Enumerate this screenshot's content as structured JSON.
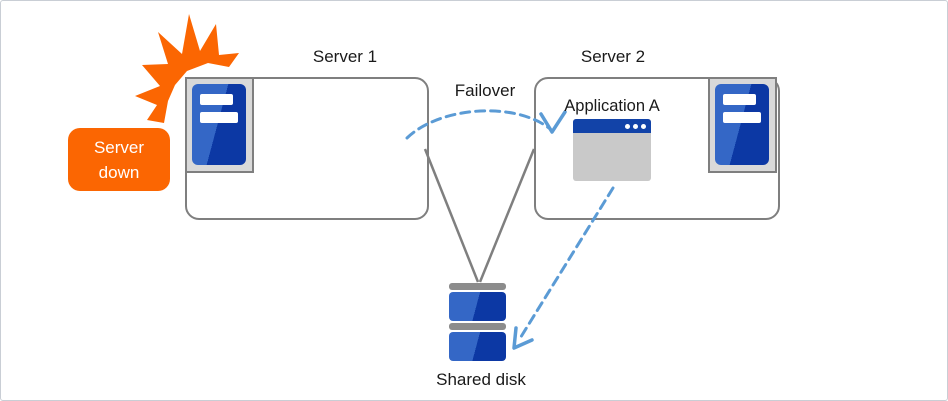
{
  "diagram": {
    "server1_label": "Server 1",
    "server2_label": "Server 2",
    "failover_label": "Failover",
    "application_label": "Application A",
    "shared_disk_label": "Shared disk",
    "server_down": {
      "line1": "Server",
      "line2": "down"
    }
  },
  "icons": {
    "crash_starburst": "crash-starburst-icon",
    "server_tower": "server-tower-icon",
    "application_window": "application-window-icon",
    "shared_disk_stack": "disk-stack-icon",
    "failover_arrow": "failover-dashed-arc-arrow",
    "data_access_arrow": "app-to-disk-dashed-arrow"
  },
  "colors": {
    "accent_orange": "#FB6602",
    "server_blue_light": "#3467C6",
    "server_blue_dark": "#0C38A4",
    "titlebar_blue": "#1243A8",
    "arrow_blue": "#5B9BD5",
    "line_gray": "#7F7F7F",
    "panel_gray": "#D9D9D9",
    "window_body_gray": "#C9C9C9",
    "disk_cap_gray": "#8C8C8C"
  }
}
